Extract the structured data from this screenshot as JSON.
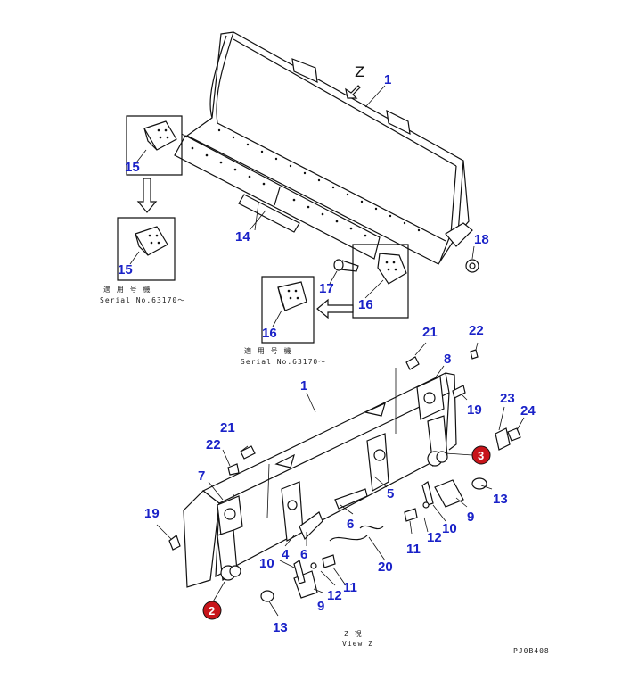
{
  "callouts": {
    "c1_top": "1",
    "c14": "14",
    "c15a": "15",
    "c15b": "15",
    "c16a": "16",
    "c16b": "16",
    "c17": "17",
    "c18": "18",
    "c1_bottom": "1",
    "c21a": "21",
    "c22a": "22",
    "c8": "8",
    "c19a": "19",
    "c23": "23",
    "c24": "24",
    "c21b": "21",
    "c22b": "22",
    "c7": "7",
    "c5": "5",
    "c13a": "13",
    "c19b": "19",
    "c6a": "6",
    "c6b": "6",
    "c4": "4",
    "c9a": "9",
    "c10a": "10",
    "c11a": "11",
    "c12a": "12",
    "c10b": "10",
    "c20": "20",
    "c12b": "12",
    "c11b": "11",
    "c9b": "9",
    "c13b": "13"
  },
  "markers": {
    "m2": "2",
    "m3": "3"
  },
  "view_letter": "Z",
  "notes": {
    "serial_jp_a": "適 用 号 機",
    "serial_en_a": "Serial No.63170～",
    "serial_jp_b": "適 用 号 機",
    "serial_en_b": "Serial No.63170～",
    "view_jp": "Z  視",
    "view_en": "View Z",
    "drawing_code": "PJ0B408"
  }
}
